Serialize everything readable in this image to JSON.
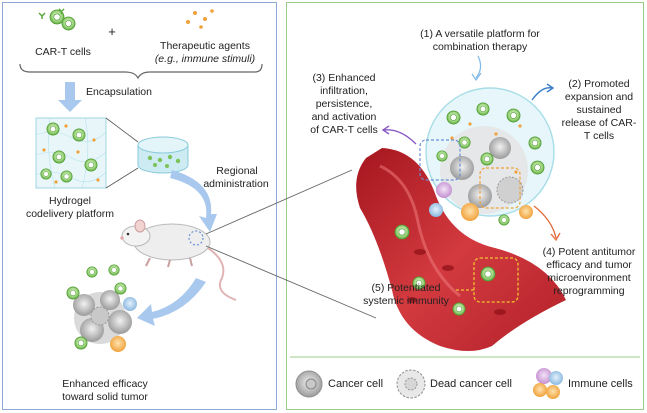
{
  "left": {
    "car_t_cells": "CAR-T cells",
    "plus": "+",
    "therapeutic_agents": "Therapeutic agents",
    "agents_example": "(e.g., immune stimuli)",
    "encapsulation": "Encapsulation",
    "hydrogel_line1": "Hydrogel",
    "hydrogel_line2": "codelivery platform",
    "regional_line1": "Regional",
    "regional_line2": "administration",
    "efficacy_line1": "Enhanced efficacy",
    "efficacy_line2": "toward solid tumor"
  },
  "right": {
    "label1_line1": "(1) A versatile platform for",
    "label1_line2": "combination therapy",
    "label2_line1": "(2) Promoted",
    "label2_line2": "expansion and",
    "label2_line3": "sustained",
    "label2_line4": "release of CAR-",
    "label2_line5": "T cells",
    "label3_line1": "(3) Enhanced",
    "label3_line2": "infiltration,",
    "label3_line3": "persistence,",
    "label3_line4": "and activation",
    "label3_line5": "of CAR-T cells",
    "label4_line1": "(4) Potent antitumor",
    "label4_line2": "efficacy and tumor",
    "label4_line3": "microenvironment",
    "label4_line4": "reprogramming",
    "label5_line1": "(5) Potentiated",
    "label5_line2": "systemic immunity"
  },
  "legend": {
    "cancer_cell": "Cancer cell",
    "dead_cancer_cell": "Dead cancer cell",
    "immune_cells": "Immune cells"
  },
  "colors": {
    "left_border": "#8fa9d6",
    "right_border": "#9ccc8a",
    "arrow_blue": "#a9c8ee",
    "vessel_red": "#c0262d",
    "car_t_green": "#6dbb4a",
    "agent_orange": "#f0a23a",
    "hydrogel_cyan": "#bfe6ee"
  }
}
